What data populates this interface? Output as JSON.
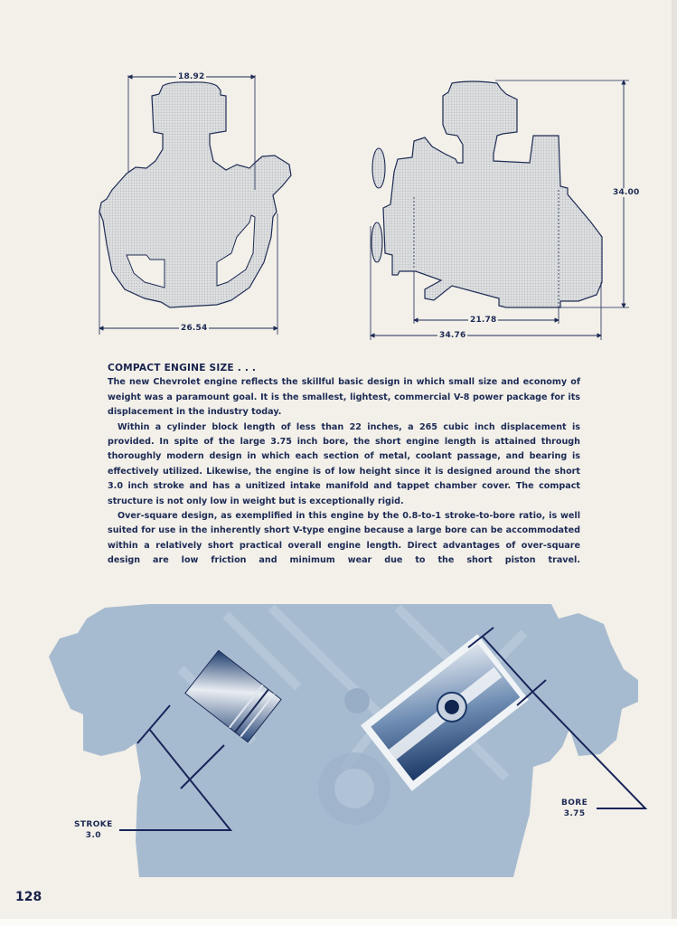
{
  "figures": {
    "front_view": {
      "dimensions": {
        "top_width": "18.92",
        "bottom_width": "26.54"
      }
    },
    "side_view": {
      "dimensions": {
        "height": "34.00",
        "block_length": "21.78",
        "overall_length": "34.76"
      }
    }
  },
  "article": {
    "heading": "COMPACT ENGINE SIZE . . .",
    "paragraphs": [
      "The new Chevrolet engine reflects the skillful basic design in which small size and economy of weight was a paramount goal. It is the smallest, lightest, commercial V-8 power package for its displacement in the industry today.",
      "Within a cylinder block length of less than 22 inches, a 265 cubic inch displacement is provided. In spite of the large 3.75 inch bore, the short engine length is attained through thoroughly modern design in which each section of metal, coolant passage, and bearing is effectively utilized. Likewise, the engine is of low height since it is designed around the short 3.0 inch stroke and has a unitized intake manifold and tappet chamber cover. The compact structure is not only low in weight but is exceptionally rigid.",
      "Over-square design, as exemplified in this engine by the 0.8-to-1 stroke-to-bore ratio, is well suited for use in the inherently short V-type engine because a large bore can be accommodated within a relatively short practical overall engine length. Direct advantages of over-square design are low friction and minimum wear due to the short piston travel."
    ]
  },
  "cutaway": {
    "stroke": {
      "label": "STROKE",
      "value": "3.0"
    },
    "bore": {
      "label": "BORE",
      "value": "3.75"
    }
  },
  "page_number": "128",
  "colors": {
    "paper": "#f2f0e9",
    "ink": "#1d2a55",
    "engine_tint": "#a9bdd2",
    "engine_dark": "#1e3f72",
    "drawing_fill": "#d9dbdc"
  }
}
